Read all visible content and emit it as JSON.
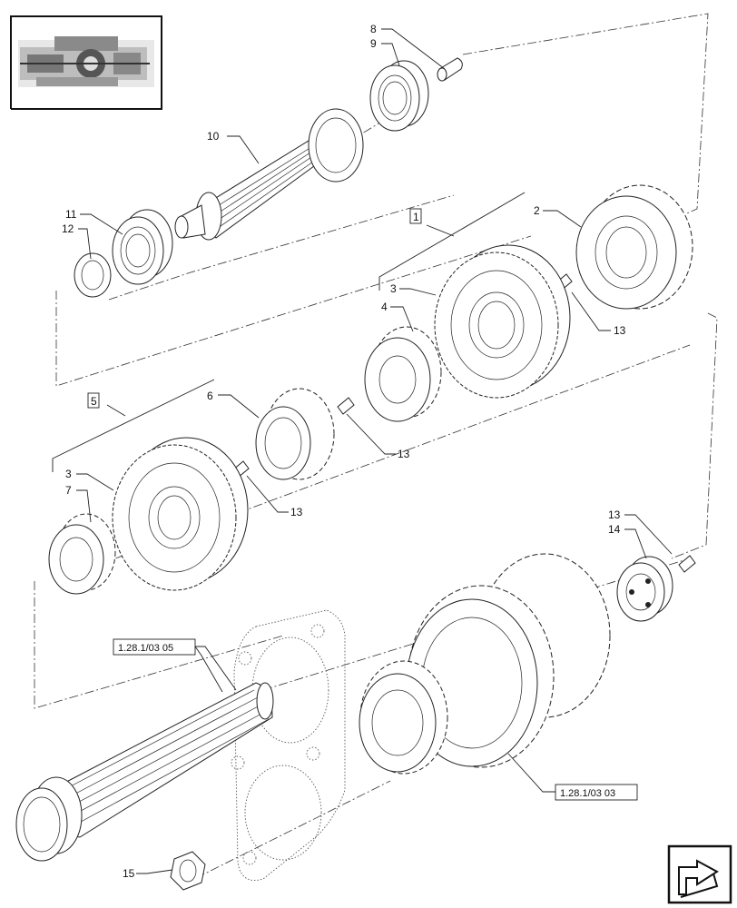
{
  "callouts": {
    "n1": "1",
    "n2": "2",
    "n3a": "3",
    "n3b": "3",
    "n4": "4",
    "n5": "5",
    "n6": "6",
    "n7": "7",
    "n8": "8",
    "n9": "9",
    "n10": "10",
    "n11": "11",
    "n12": "12",
    "n13a": "13",
    "n13b": "13",
    "n13c": "13",
    "n13d": "13",
    "n14": "14",
    "n15": "15"
  },
  "references": {
    "ref_shaft": "1.28.1/03 05",
    "ref_gears": "1.28.1/03 03"
  },
  "icons": {
    "thumbnail": "transmission-overview-thumbnail",
    "nav": "navigation-arrow-icon"
  }
}
